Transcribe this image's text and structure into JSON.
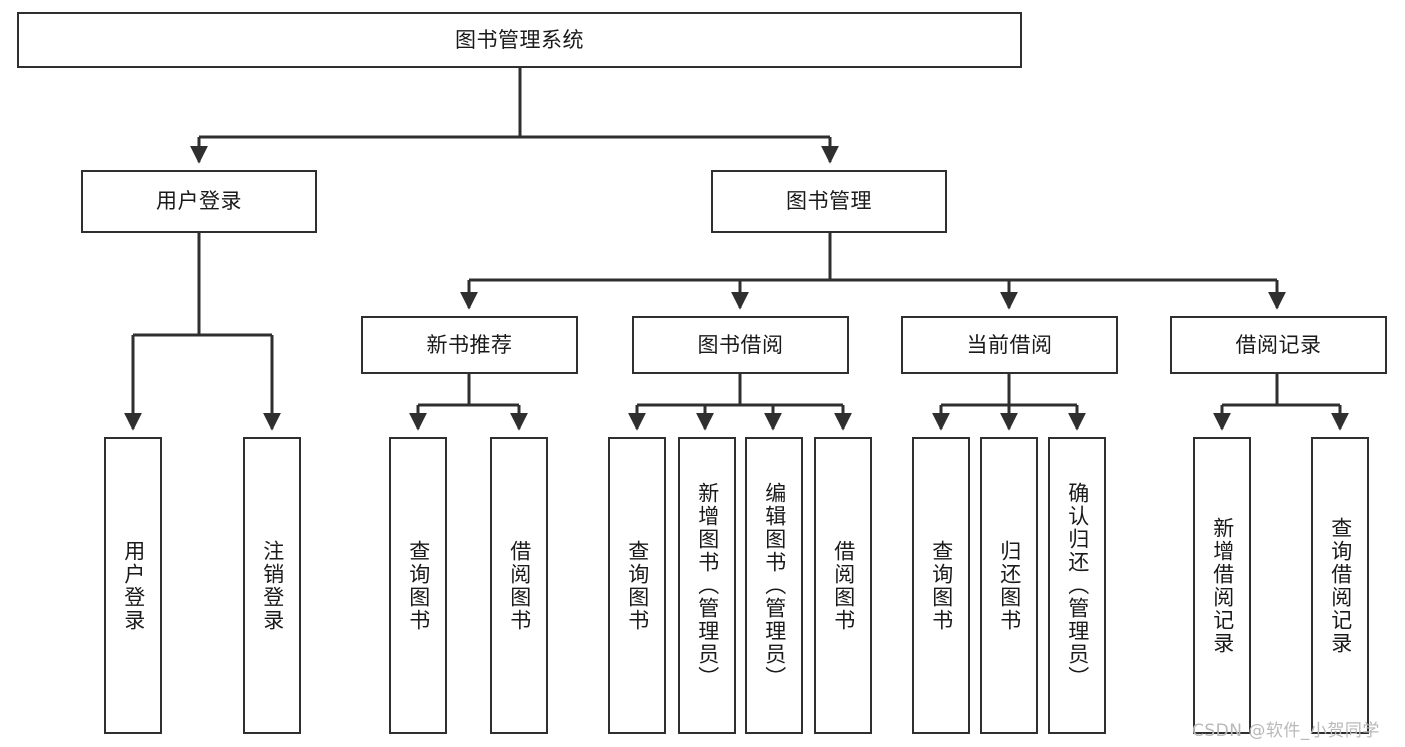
{
  "diagram": {
    "type": "tree",
    "title": "图书管理系统",
    "orientation": "top-down",
    "colors": {
      "box_border": "#2f2f2f",
      "box_fill": "#ffffff",
      "connector": "#2f2f2f",
      "text": "#1a1a1a",
      "watermark": "#b9b9b9",
      "background": "#ffffff"
    }
  },
  "root": {
    "label": "图书管理系统"
  },
  "level2": [
    {
      "label": "用户登录"
    },
    {
      "label": "图书管理"
    }
  ],
  "level3": [
    {
      "label": "新书推荐"
    },
    {
      "label": "图书借阅"
    },
    {
      "label": "当前借阅"
    },
    {
      "label": "借阅记录"
    }
  ],
  "leaves": {
    "user_login": [
      {
        "label": "用户登录"
      },
      {
        "label": "注销登录"
      }
    ],
    "new_book": [
      {
        "label": "查询图书"
      },
      {
        "label": "借阅图书"
      }
    ],
    "book_borrow": [
      {
        "label": "查询图书"
      },
      {
        "label": "新增图书（管理员）"
      },
      {
        "label": "编辑图书（管理员）"
      },
      {
        "label": "借阅图书"
      }
    ],
    "current_borrow": [
      {
        "label": "查询图书"
      },
      {
        "label": "归还图书"
      },
      {
        "label": "确认归还（管理员）"
      }
    ],
    "borrow_record": [
      {
        "label": "新增借阅记录"
      },
      {
        "label": "查询借阅记录"
      }
    ]
  },
  "watermark": {
    "text": "CSDN @软件_小贺同学"
  }
}
